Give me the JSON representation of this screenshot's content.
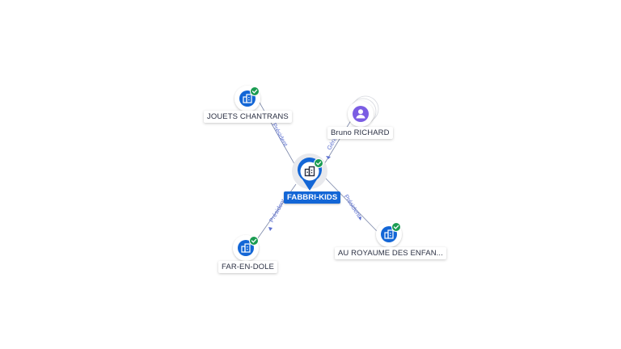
{
  "colors": {
    "company_blue": "#1366d6",
    "check_green": "#1a9c52",
    "person_purple": "#7b5de3",
    "edge": "#5b6fd0",
    "line": "#7a86a8",
    "center_label_bg": "#1366d6"
  },
  "graph": {
    "center": {
      "name": "FABBRI-KIDS",
      "icon": "company-building-icon",
      "verified": true
    },
    "nodes": [
      {
        "id": "jouets",
        "name": "JOUETS CHANTRANS",
        "type": "company",
        "icon": "company-building-icon",
        "verified": true
      },
      {
        "id": "bruno",
        "name": "Bruno RICHARD",
        "type": "person",
        "icon": "person-icon",
        "verified": false
      },
      {
        "id": "far",
        "name": "FAR-EN-DOLE",
        "type": "company",
        "icon": "company-building-icon",
        "verified": true
      },
      {
        "id": "auroyaume",
        "name": "AU ROYAUME DES ENFAN...",
        "type": "company",
        "icon": "company-building-icon",
        "verified": true
      }
    ],
    "edges": [
      {
        "from": "center",
        "to": "jouets",
        "label": "Président"
      },
      {
        "from": "bruno",
        "to": "center",
        "label": "Gérant"
      },
      {
        "from": "center",
        "to": "far",
        "label": "Président"
      },
      {
        "from": "center",
        "to": "auroyaume",
        "label": "Président"
      }
    ]
  }
}
